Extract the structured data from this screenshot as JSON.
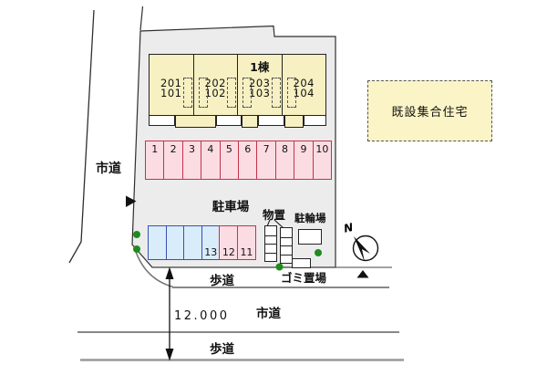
{
  "building": {
    "name": "1棟",
    "units": [
      {
        "upper": "201",
        "lower": "101"
      },
      {
        "upper": "202",
        "lower": "102"
      },
      {
        "upper": "203",
        "lower": "103"
      },
      {
        "upper": "204",
        "lower": "104"
      }
    ]
  },
  "parking": {
    "area_label": "駐車場",
    "row_top_numbers": [
      "1",
      "2",
      "3",
      "4",
      "5",
      "6",
      "7",
      "8",
      "9",
      "10"
    ],
    "row_bottom_stalls": [
      {
        "number": "",
        "color": "blue"
      },
      {
        "number": "",
        "color": "blue"
      },
      {
        "number": "",
        "color": "blue"
      },
      {
        "number": "13",
        "color": "blue"
      },
      {
        "number": "12",
        "color": "pink"
      },
      {
        "number": "11",
        "color": "pink"
      }
    ]
  },
  "facilities": {
    "storage": "物置",
    "bicycle": "駐輪場",
    "garbage": "ゴミ置場"
  },
  "roads": {
    "left": "市道",
    "bottom": "市道",
    "sidewalk_top": "歩道",
    "sidewalk_bottom": "歩道"
  },
  "dimension": {
    "value": "12.000"
  },
  "neighbor": {
    "label": "既設集合住宅"
  },
  "compass": {
    "label": "N"
  },
  "colors": {
    "plot_fill": "#ececec",
    "building_fill": "#f7f0c2",
    "neighbor_fill": "#fbf4c6",
    "stall_pink_fill": "#fbdce2",
    "stall_pink_border": "#c3334a",
    "stall_blue_fill": "#d9ecf9",
    "stall_blue_border": "#3550b4",
    "tree_green": "#1f8b1f"
  }
}
